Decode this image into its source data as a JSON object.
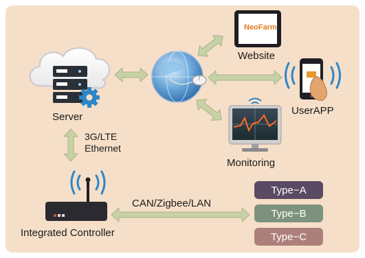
{
  "nodes": {
    "server": "Server",
    "website": "Website",
    "userapp": "UserAPP",
    "monitoring": "Monitoring",
    "controller": "Integrated Controller"
  },
  "links": {
    "server_controller_line1": "3G/LTE",
    "server_controller_line2": "Ethernet",
    "controller_devices": "CAN/Zigbee/LAN"
  },
  "types": [
    {
      "label": "Type−A",
      "color": "#5b4a64"
    },
    {
      "label": "Type−B",
      "color": "#7d927c"
    },
    {
      "label": "Type−C",
      "color": "#ad7f7b"
    }
  ],
  "website_logo": "NeoFarm",
  "colors": {
    "panel": "#f6dfc8",
    "arrow": "#c7d1a5",
    "arrow_stroke": "#a9b48a",
    "accent_blue": "#2b86c9"
  }
}
